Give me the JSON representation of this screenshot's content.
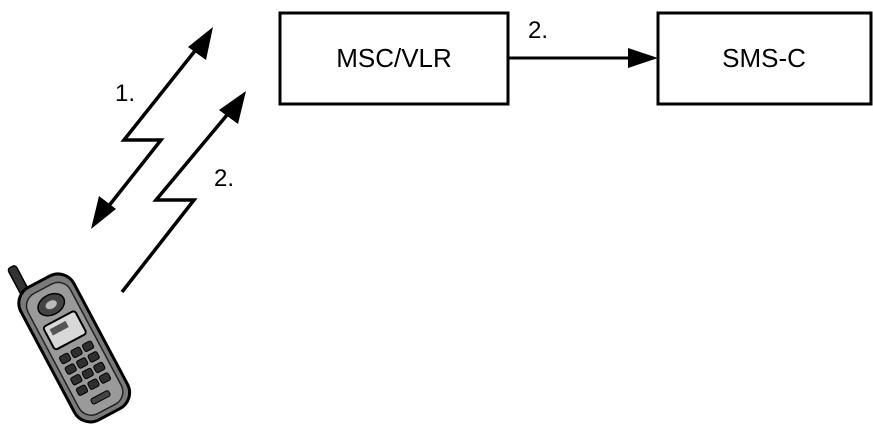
{
  "nodes": {
    "msc": {
      "label": "MSC/VLR"
    },
    "smsc": {
      "label": "SMS-C"
    }
  },
  "edges": {
    "msc_to_smsc": {
      "label": "2."
    },
    "radio_link_1": {
      "label": "1."
    },
    "radio_link_2": {
      "label": "2."
    }
  },
  "icons": {
    "device": "mobile-phone-icon"
  }
}
